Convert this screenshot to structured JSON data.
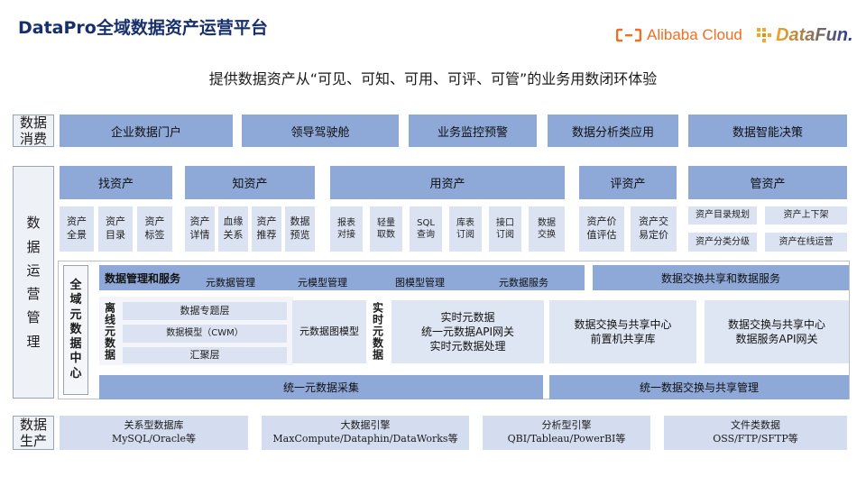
{
  "header": {
    "title": "DataPro全域数据资产运营平台",
    "subtitle": "提供数据资产从“可见、可知、可用、可评、可管”的业务用数闭环体验",
    "alibaba_logo_text": "Alibaba Cloud",
    "datafun_logo_text": "DataFun."
  },
  "consumption": {
    "label": "数据消费",
    "items": [
      "企业数据门户",
      "领导驾驶舱",
      "业务监控预警",
      "数据分析类应用",
      "数据智能决策"
    ]
  },
  "operation": {
    "label": "数据运营管理",
    "find": {
      "title": "找资产",
      "items": [
        "资产全景",
        "资产目录",
        "资产标签"
      ]
    },
    "know": {
      "title": "知资产",
      "items": [
        "资产详情",
        "血缘关系",
        "资产推荐",
        "数据预览"
      ]
    },
    "use": {
      "title": "用资产",
      "items": [
        "报表对接",
        "轻量取数",
        "SQL查询",
        "库表订阅",
        "接口订阅",
        "数据交换"
      ]
    },
    "eval": {
      "title": "评资产",
      "items": [
        "资产价值评估",
        "资产交易定价"
      ]
    },
    "manage": {
      "title": "管资产",
      "items": [
        "资产目录规划",
        "资产上下架",
        "资产分类分级",
        "资产在线运营"
      ]
    }
  },
  "metadata_center": {
    "label": "全域元数据中心",
    "mgmt_bar": {
      "title": "数据管理和服务",
      "items": [
        "元数据管理",
        "元模型管理",
        "图模型管理",
        "元数据服务"
      ]
    },
    "exchange_bar": "数据交换共享和数据服务",
    "offline_label": "离线元数据",
    "offline_layers": [
      "数据专题层",
      "数据模型（CWM）",
      "汇聚层"
    ],
    "graph_model": "元数据图模型",
    "realtime_label": "实时元数据",
    "realtime_box": [
      "实时元数据",
      "统一元数据API网关",
      "实时元数据处理"
    ],
    "exchange_box_1": [
      "数据交换与共享中心",
      "前置机共享库"
    ],
    "exchange_box_2": [
      "数据交换与共享中心",
      "数据服务API网关"
    ],
    "collect_bar": "统一元数据采集",
    "exchange_mgmt_bar": "统一数据交换与共享管理"
  },
  "production": {
    "label": "数据生产",
    "items": [
      {
        "title": "关系型数据库",
        "detail": "MySQL/Oracle等"
      },
      {
        "title": "大数据引擎",
        "detail": "MaxCompute/Dataphin/DataWorks等"
      },
      {
        "title": "分析型引擎",
        "detail": "QBI/Tableau/PowerBI等"
      },
      {
        "title": "文件类数据",
        "detail": "OSS/FTP/SFTP等"
      }
    ]
  },
  "colors": {
    "title": "#17306b",
    "bar": "#8ea8d8",
    "cell": "#dbe3f2",
    "alibaba": "#f26f21"
  }
}
